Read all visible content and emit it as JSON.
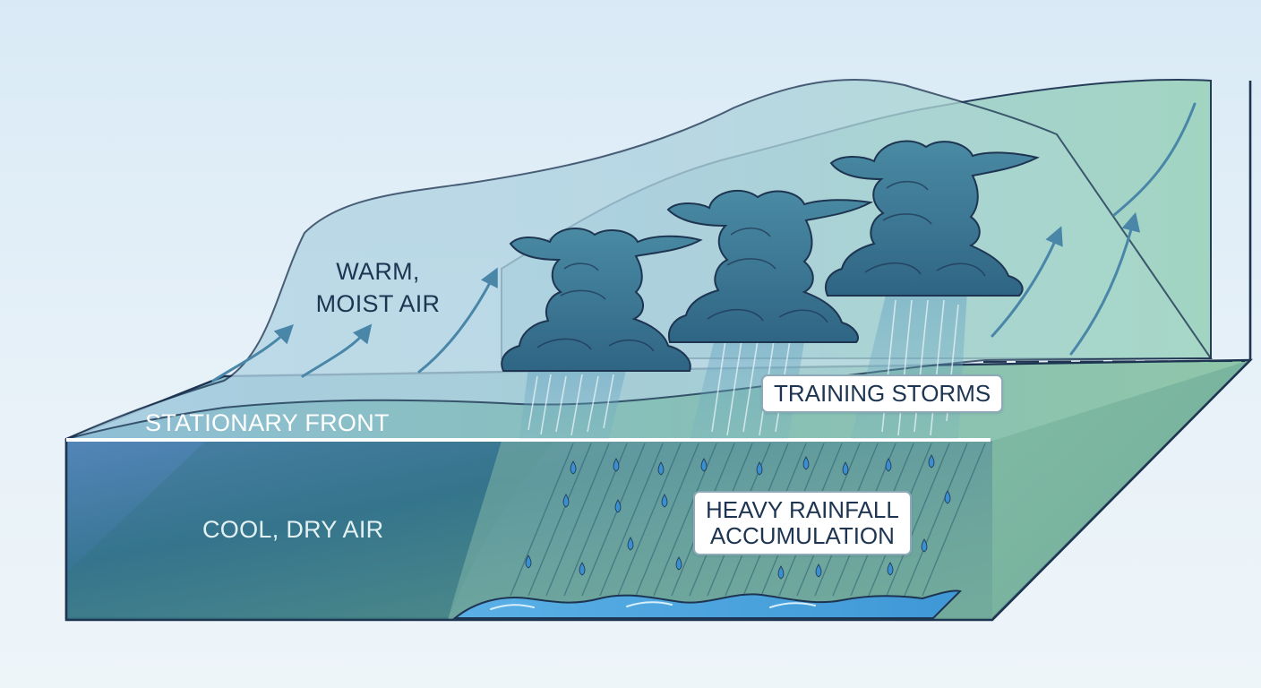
{
  "labels": {
    "warm_air": [
      "WARM,",
      "MOIST AIR"
    ],
    "front": "STATIONARY FRONT",
    "cool_air": "COOL, DRY AIR",
    "training": "TRAINING STORMS",
    "accumulation": [
      "HEAVY RAINFALL",
      "ACCUMULATION"
    ]
  },
  "colors": {
    "outline": "#1e3552",
    "warm_air_mass": "#b6d6e6",
    "cool_air_mass": "#3e6f92",
    "ground_green": "#8ec3b6",
    "cloud": "#3f7d94",
    "rain": "#3b8fd0",
    "water": "#4aa3df",
    "front_line": "#ffffff"
  },
  "icons": [
    "storm-cloud-icon",
    "rain-drop-icon",
    "air-flow-arrow-icon",
    "water-pool-icon"
  ]
}
